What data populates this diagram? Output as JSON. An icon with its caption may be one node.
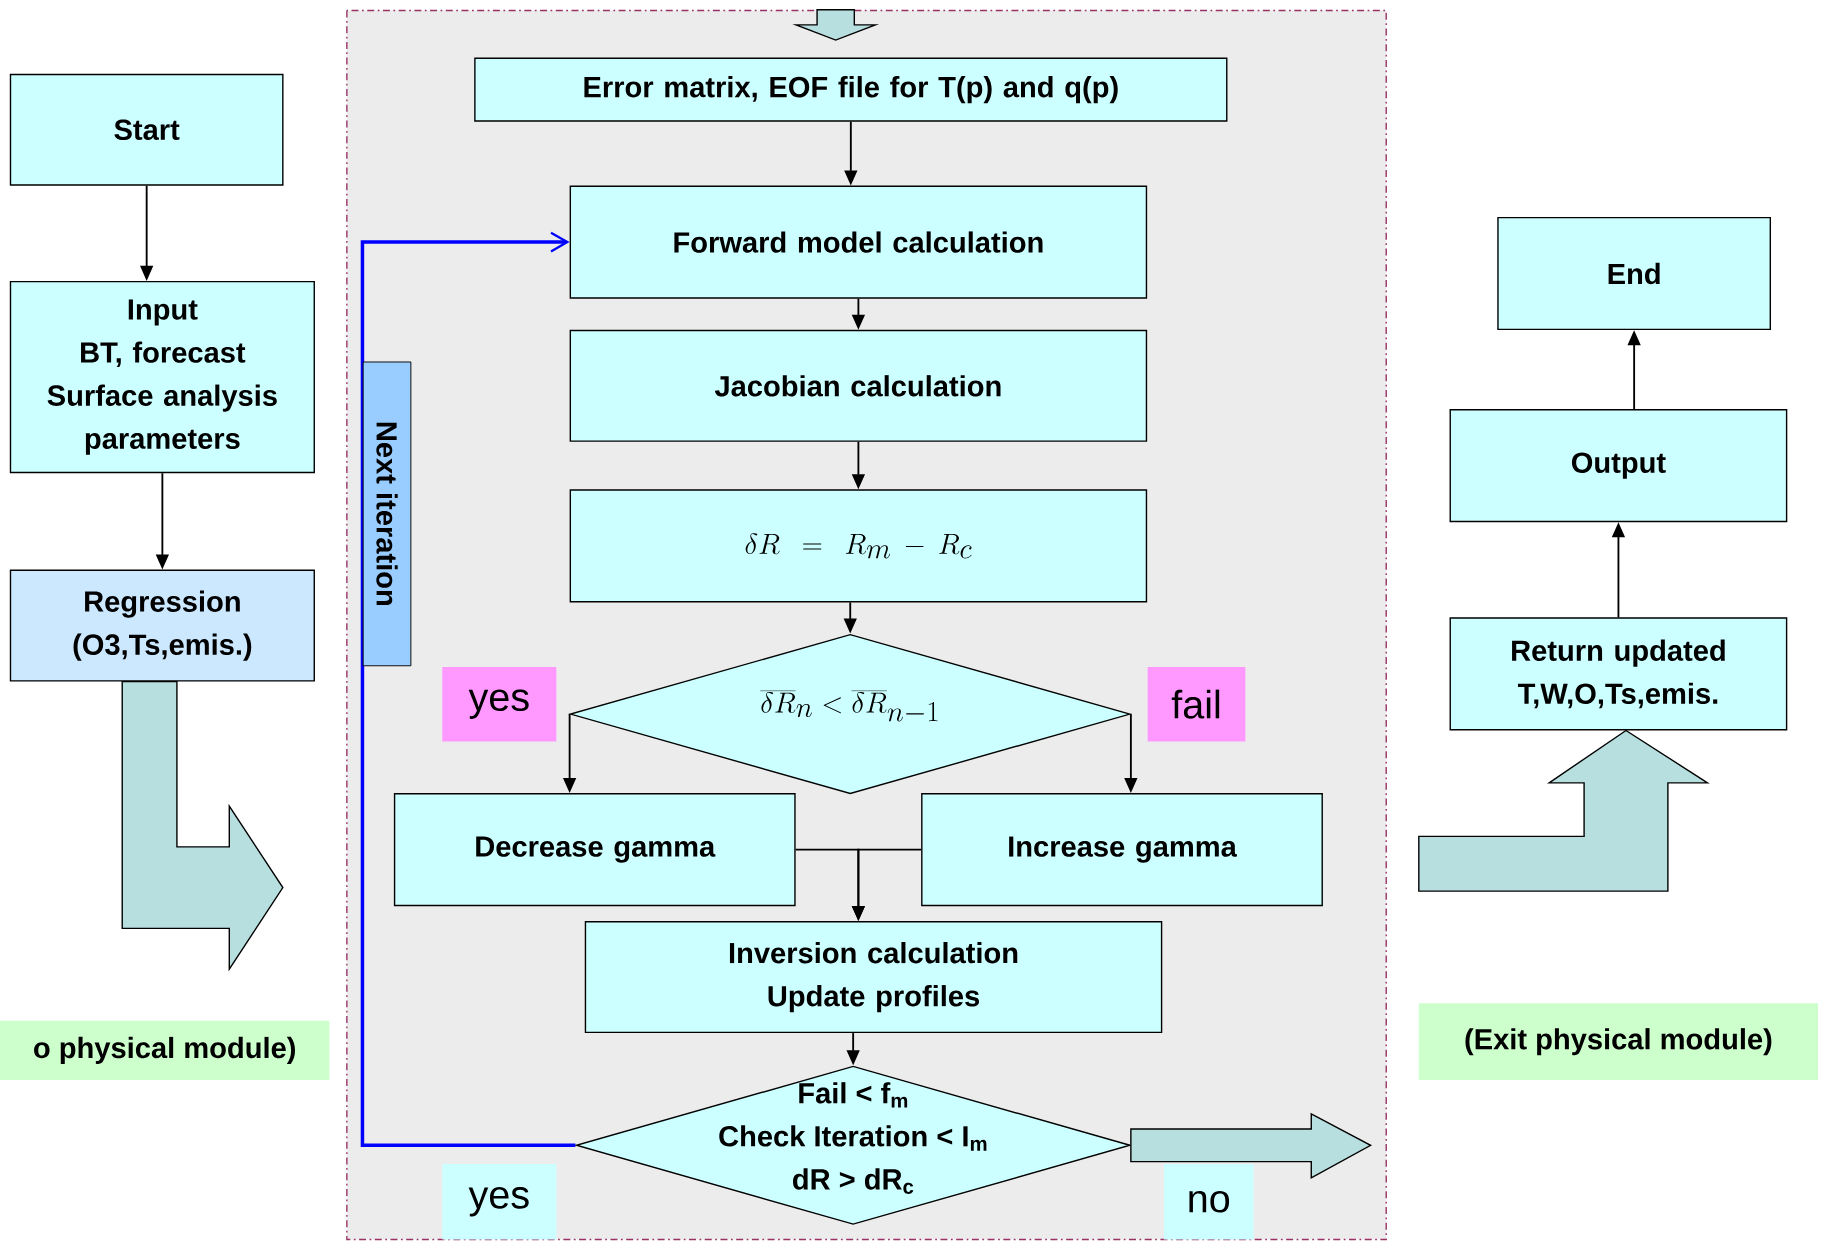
{
  "diagram": {
    "nodes": [
      {
        "text": [
          "Start"
        ]
      },
      {
        "text": [
          "Input",
          "BT, forecast",
          "Surface analysis parameters"
        ]
      },
      {
        "text": [
          "Regression (O3,Ts,emis.)"
        ]
      },
      {
        "text": [
          "Error matrix, EOF file for T(p) and q(p)"
        ]
      },
      {
        "text": [
          "Forward model calculation"
        ]
      },
      {
        "text": [
          "Jacobian calculation"
        ]
      },
      {
        "text": [
          "\\delta R = R_m - R_c"
        ]
      },
      {
        "text": [
          "\\overline{\\delta R}_n < \\overline{\\delta R}_{n-1}"
        ]
      },
      {
        "text": [
          "Decrease gamma"
        ]
      },
      {
        "text": [
          "Increase gamma"
        ]
      },
      {
        "text": [
          "Inversion calculation Update profiles"
        ]
      },
      {
        "text": [
          "Fail < f$_{m}$",
          "Check Iteration < I$_{m}$",
          "dR > dR$_{c}$"
        ]
      },
      {
        "text": [
          "Return updated T,W,O,Ts,emis."
        ]
      },
      {
        "text": [
          "Output"
        ]
      },
      {
        "text": [
          "End"
        ]
      }
    ],
    "edges": [
      {
        "from": 0,
        "to": 1,
        "arrow": "to"
      },
      {
        "from": 1,
        "to": 2,
        "arrow": "to"
      },
      {
        "from": 2,
        "to": null,
        "arrow": "to",
        "style": "thick",
        "color": "#b8dfe0"
      },
      {
        "from": null,
        "to": 3,
        "arrow": "to",
        "style": "thick",
        "color": "#b8dfe0"
      },
      {
        "from": 3,
        "to": 4,
        "arrow": "to"
      },
      {
        "from": 4,
        "to": 5,
        "arrow": "to"
      },
      {
        "from": 5,
        "to": 6,
        "arrow": "to"
      },
      {
        "from": 6,
        "to": 7,
        "arrow": "to"
      },
      {
        "from": 7,
        "to": 8,
        "arrow": "to",
        "label": "yes"
      },
      {
        "from": 7,
        "to": 9,
        "arrow": "to",
        "label": "fail"
      },
      {
        "from": 8,
        "to": 10,
        "arrow": "to"
      },
      {
        "from": 9,
        "to": 10,
        "arrow": "to"
      },
      {
        "from": 10,
        "to": 11,
        "arrow": "to"
      },
      {
        "from": 11,
        "to": 4,
        "arrow": "to",
        "label": "yes",
        "color": "#0000ff"
      },
      {
        "from": 11,
        "to": null,
        "arrow": "to",
        "label": "no",
        "style": "thick",
        "color": "#b8dfe0"
      },
      {
        "from": null,
        "to": 12,
        "arrow": "to",
        "style": "thick",
        "color": "#b8dfe0"
      },
      {
        "from": 12,
        "to": 13,
        "arrow": "to"
      },
      {
        "from": 13,
        "to": 14,
        "arrow": "to"
      }
    ],
    "labels": [
      "Next iteration",
      "o physical module)",
      "(Exit physical module)"
    ]
  }
}
